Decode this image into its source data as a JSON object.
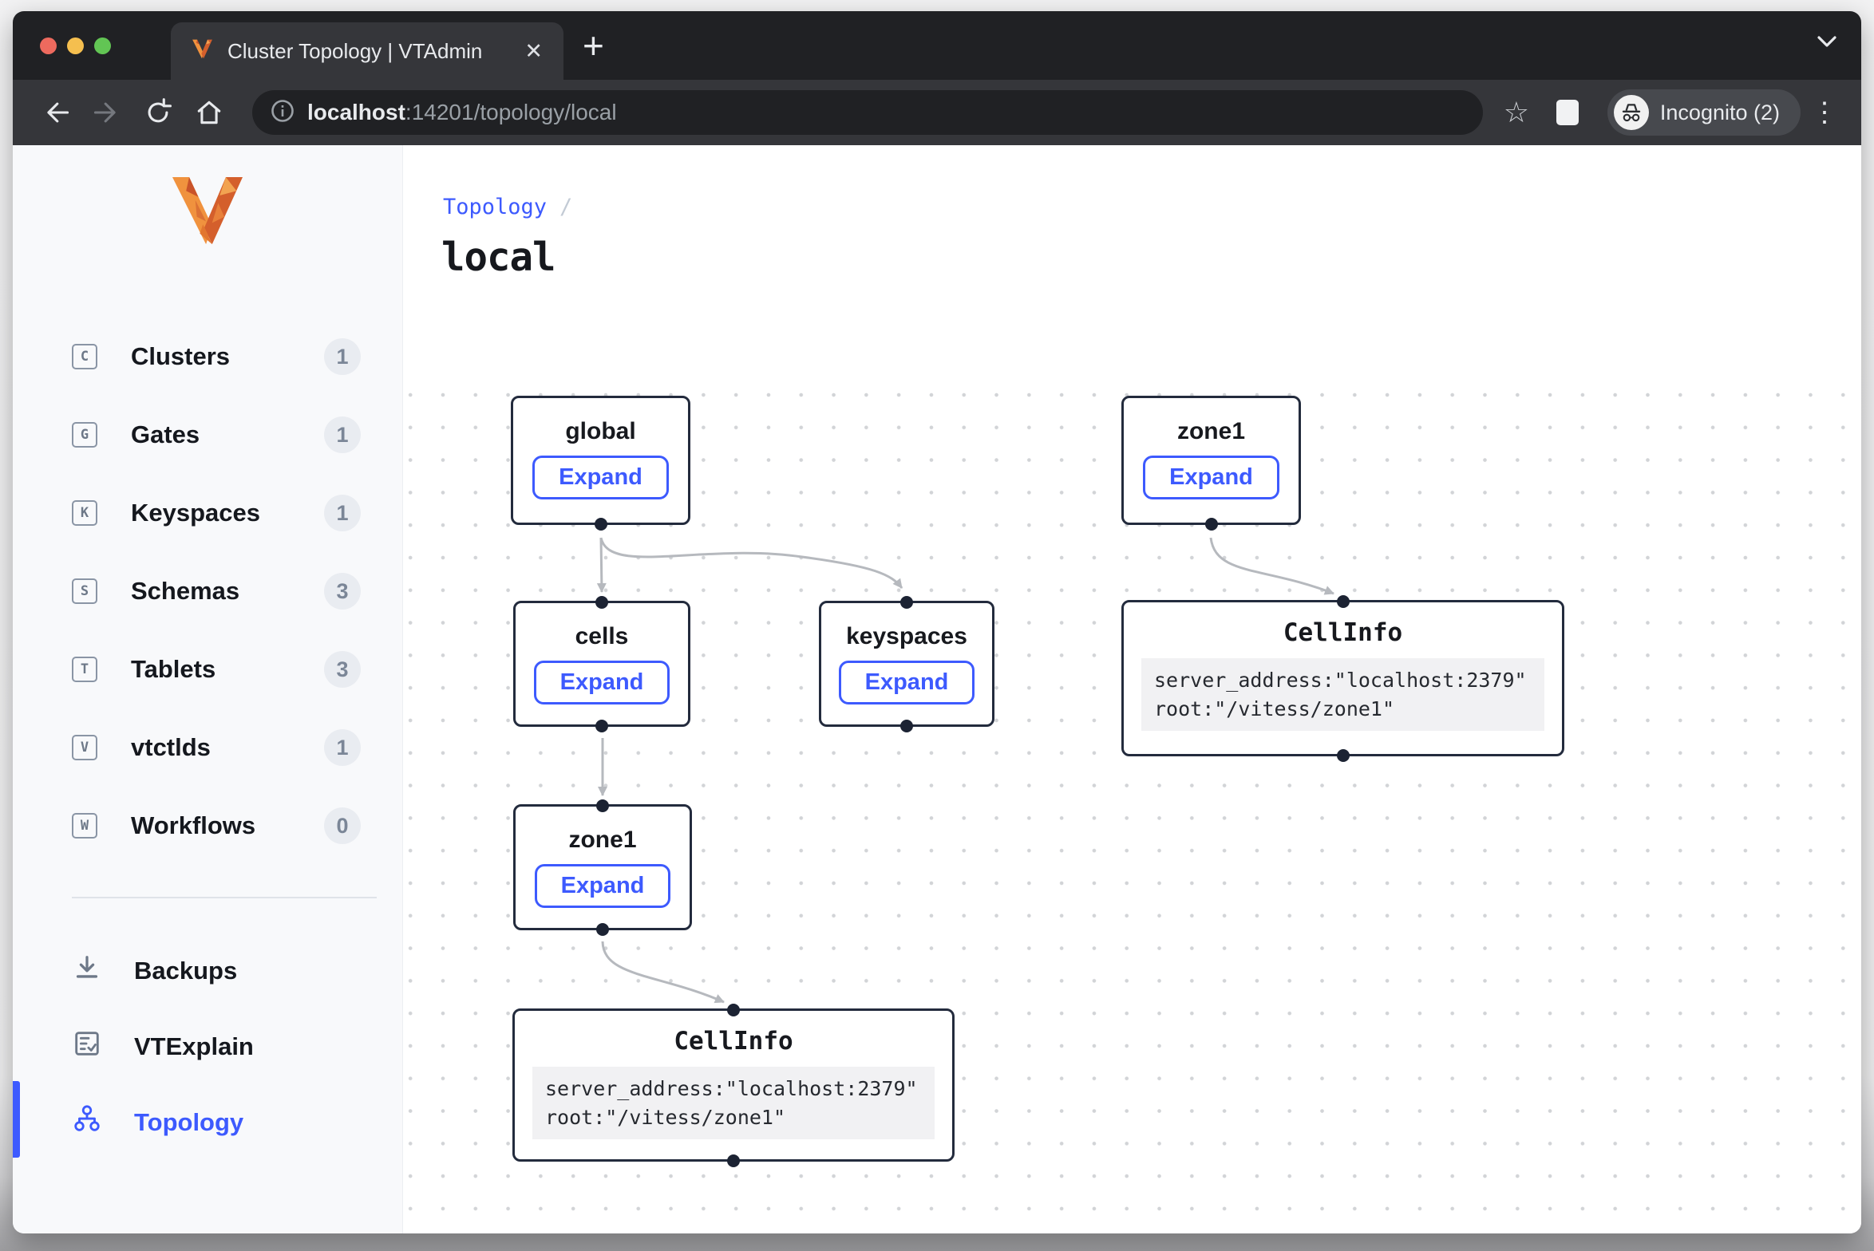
{
  "colors": {
    "accent": "#3d5afe"
  },
  "icons": {
    "close": "✕",
    "plus": "+",
    "star": "☆",
    "kebab": "⋮"
  },
  "browser": {
    "tab_title": "Cluster Topology | VTAdmin",
    "url": {
      "host": "localhost",
      "rest": ":14201/topology/local"
    },
    "incognito_label": "Incognito (2)"
  },
  "sidebar": {
    "items": [
      {
        "letter": "C",
        "label": "Clusters",
        "count": "1"
      },
      {
        "letter": "G",
        "label": "Gates",
        "count": "1"
      },
      {
        "letter": "K",
        "label": "Keyspaces",
        "count": "1"
      },
      {
        "letter": "S",
        "label": "Schemas",
        "count": "3"
      },
      {
        "letter": "T",
        "label": "Tablets",
        "count": "3"
      },
      {
        "letter": "V",
        "label": "vtctlds",
        "count": "1"
      },
      {
        "letter": "W",
        "label": "Workflows",
        "count": "0"
      }
    ],
    "tools": [
      {
        "label": "Backups"
      },
      {
        "label": "VTExplain"
      },
      {
        "label": "Topology"
      }
    ]
  },
  "main": {
    "breadcrumb": "Topology",
    "breadcrumb_sep": "/",
    "title": "local"
  },
  "graph": {
    "expand_label": "Expand",
    "nodes": {
      "global": {
        "title": "global"
      },
      "zone1_top": {
        "title": "zone1"
      },
      "cells": {
        "title": "cells"
      },
      "keyspaces": {
        "title": "keyspaces"
      },
      "zone1_bottom": {
        "title": "zone1"
      },
      "cellinfo_right": {
        "title": "CellInfo",
        "code_line1": "server_address:\"localhost:2379\"",
        "code_line2": "root:\"/vitess/zone1\""
      },
      "cellinfo_bottom": {
        "title": "CellInfo",
        "code_line1": "server_address:\"localhost:2379\"",
        "code_line2": "root:\"/vitess/zone1\""
      }
    }
  }
}
